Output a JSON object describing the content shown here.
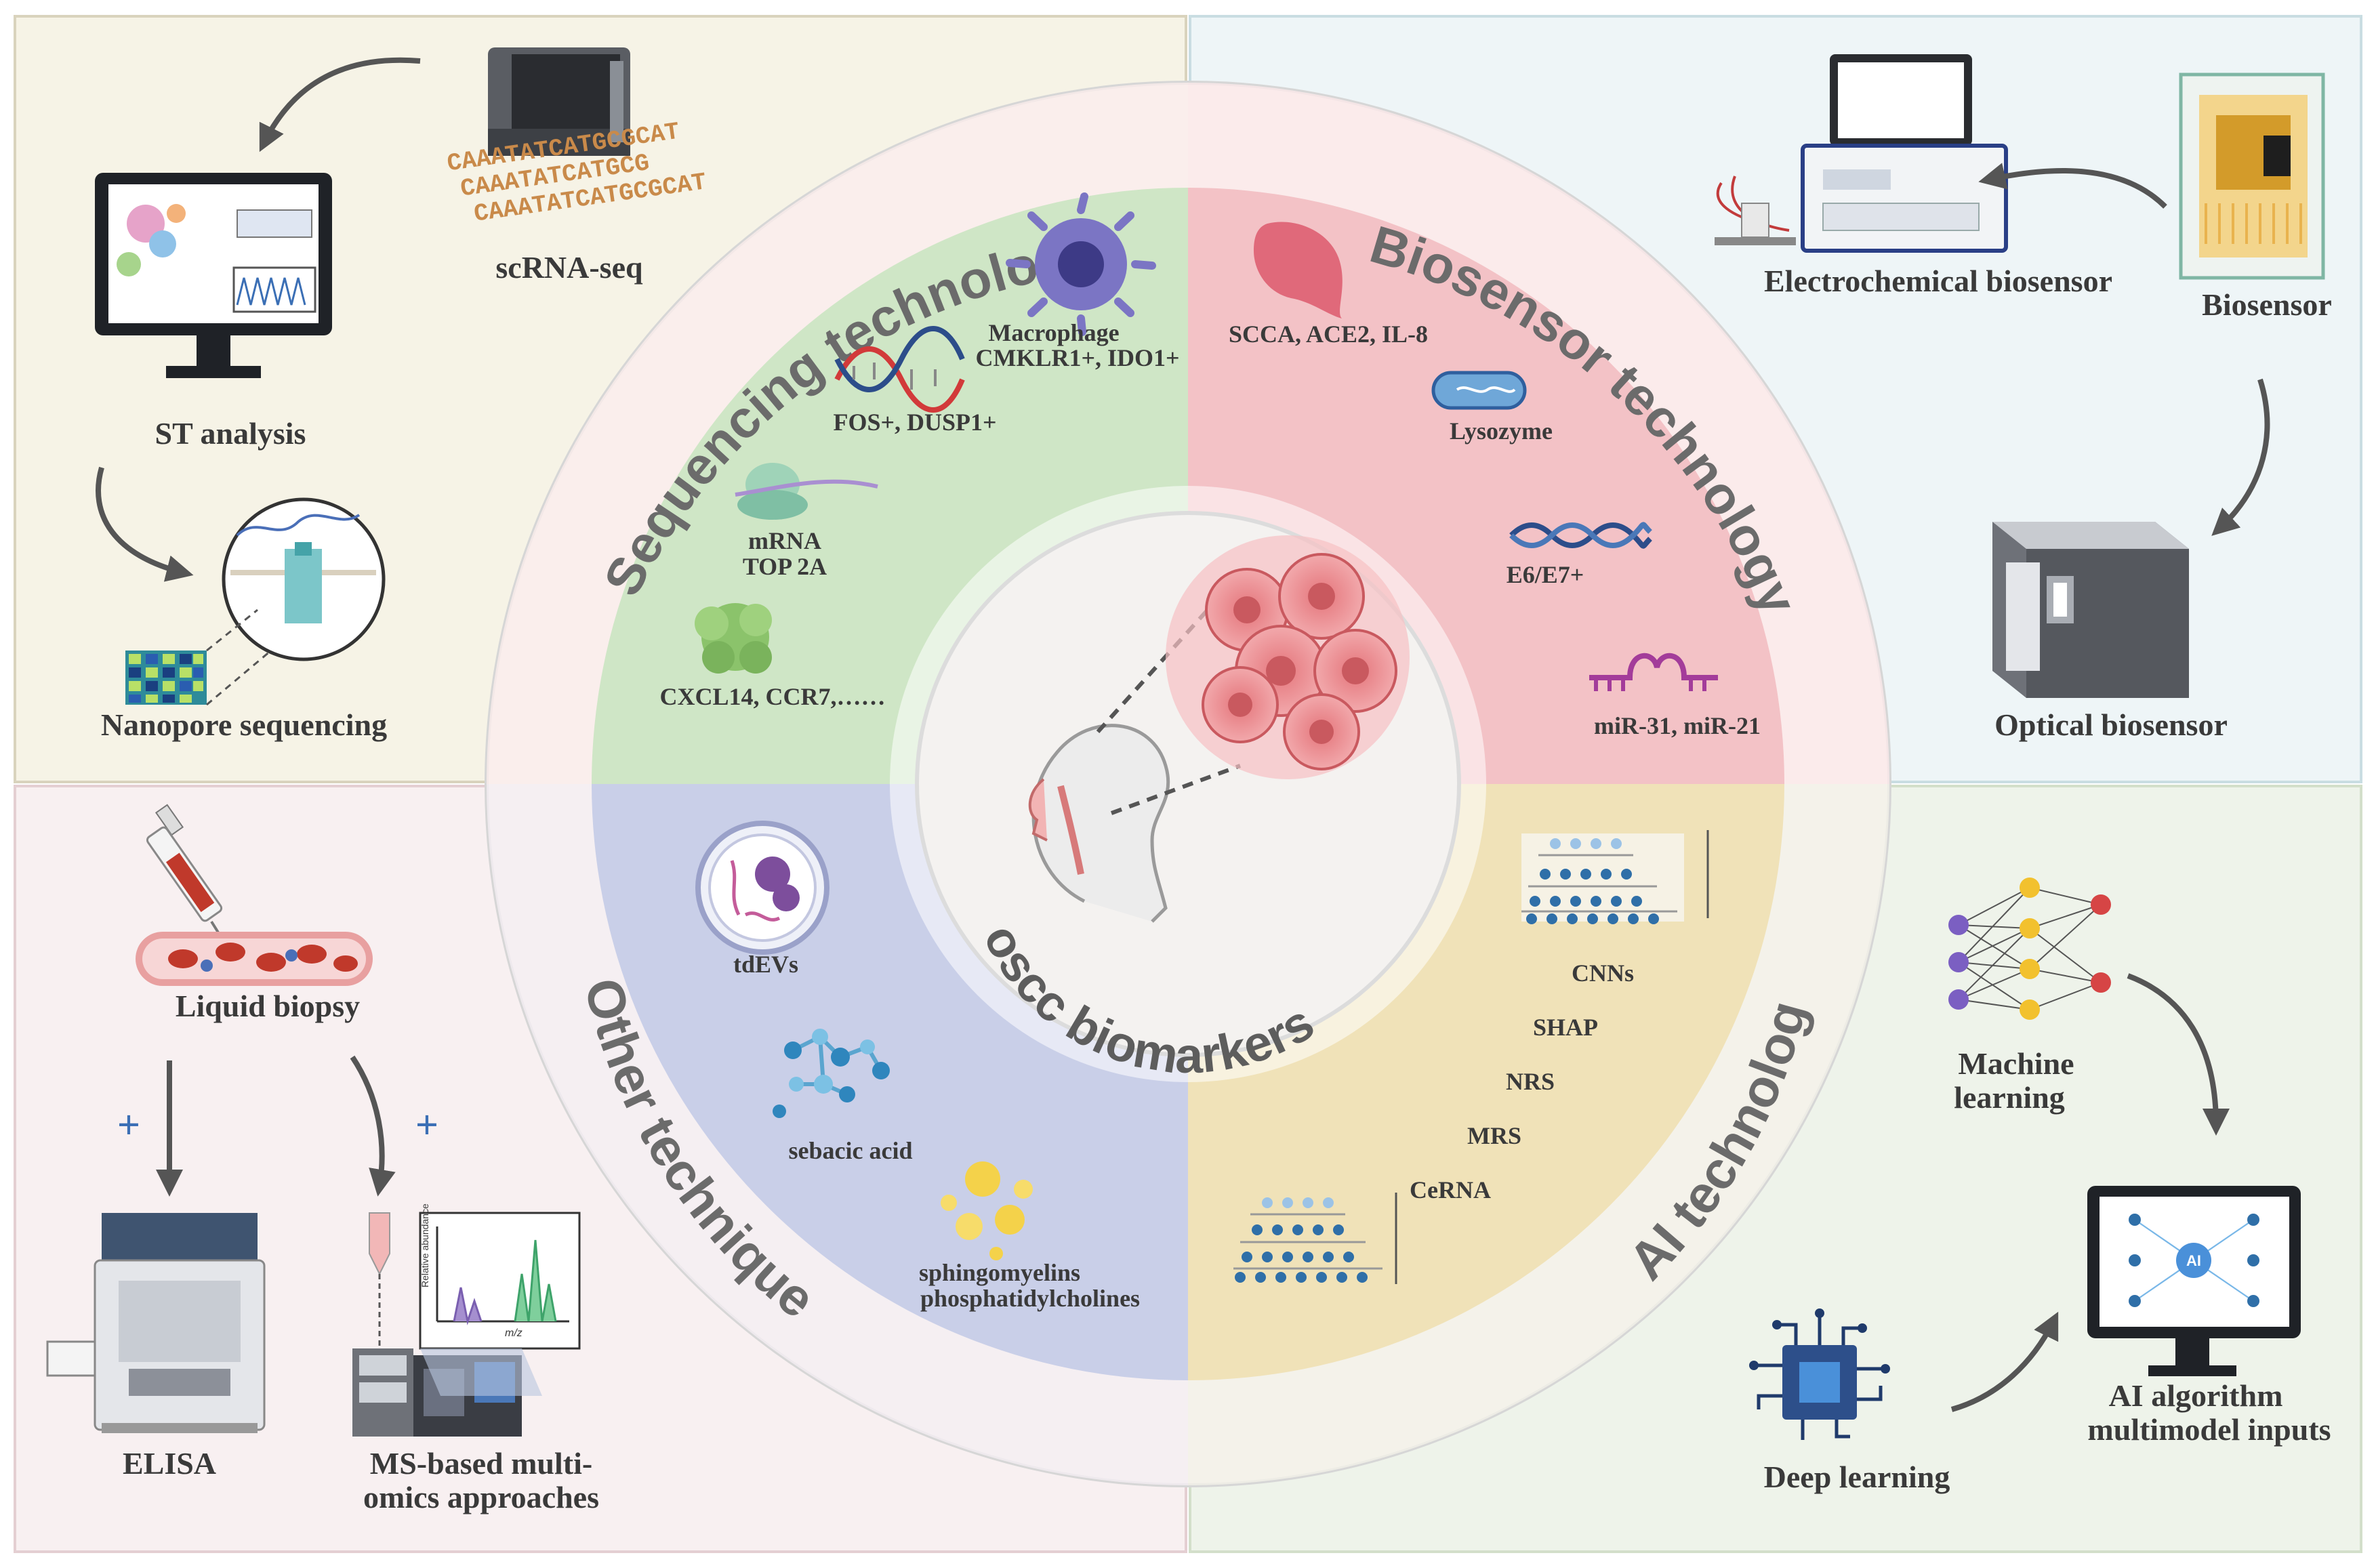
{
  "center_title": "oscc biomarkers",
  "sectors": {
    "sequencing": {
      "title": "Sequencing technology",
      "markers": {
        "macrophage_name": "Macrophage",
        "macrophage_genes": "CMKLR1+, IDO1+",
        "fos": "FOS+, DUSP1+",
        "mrna": "mRNA",
        "top2a": "TOP 2A",
        "cxcl": "CXCL14, CCR7,……"
      }
    },
    "biosensor": {
      "title": "Biosensor technology",
      "markers": {
        "scca": "SCCA, ACE2, IL-8",
        "lysozyme": "Lysozyme",
        "e6": "E6/E7+",
        "mir": "miR-31, miR-21"
      }
    },
    "other": {
      "title": "Other techniques",
      "markers": {
        "tdevs": "tdEVs",
        "sebacic": "sebacic acid",
        "sphingo": "sphingomyelins",
        "phospha": "phosphatidylcholines"
      }
    },
    "ai": {
      "title": "AI technology",
      "markers": {
        "cnns": "CNNs",
        "shap": "SHAP",
        "nrs": "NRS",
        "mrs": "MRS",
        "cerna": "CeRNA"
      }
    }
  },
  "quadrants": {
    "top_left": {
      "scrna": "scRNA-seq",
      "st": "ST analysis",
      "nanopore": "Nanopore sequencing",
      "dna_seq": [
        "CAAATATCATGCGCAT",
        "CAAATATCATGCG",
        "CAAATATCATGCGCAT"
      ]
    },
    "top_right": {
      "electro": "Electrochemical biosensor",
      "biosensor": "Biosensor",
      "optical": "Optical biosensor"
    },
    "bottom_left": {
      "liquid": "Liquid biopsy",
      "elisa": "ELISA",
      "ms_line1": "MS-based multi-",
      "ms_line2": "omics approaches",
      "plus": "+",
      "spectrum_y": "Relative abundance",
      "spectrum_x": "m/z"
    },
    "bottom_right": {
      "ml_line1": "Machine",
      "ml_line2": "learning",
      "ai_line1": "AI algorithm",
      "ai_line2": "multimodel inputs",
      "ai_chip": "AI",
      "deep": "Deep  learning"
    }
  },
  "colors": {
    "green_sector": "#cfe6c6",
    "red_sector": "#f3c2c6",
    "blue_sector": "#c9cfe8",
    "yellow_sector": "#f0e2b8",
    "panel_tl": "#f6f3e6",
    "panel_tr": "#eef5f7",
    "panel_bl": "#f8f0f1",
    "panel_br": "#eef3ea"
  }
}
